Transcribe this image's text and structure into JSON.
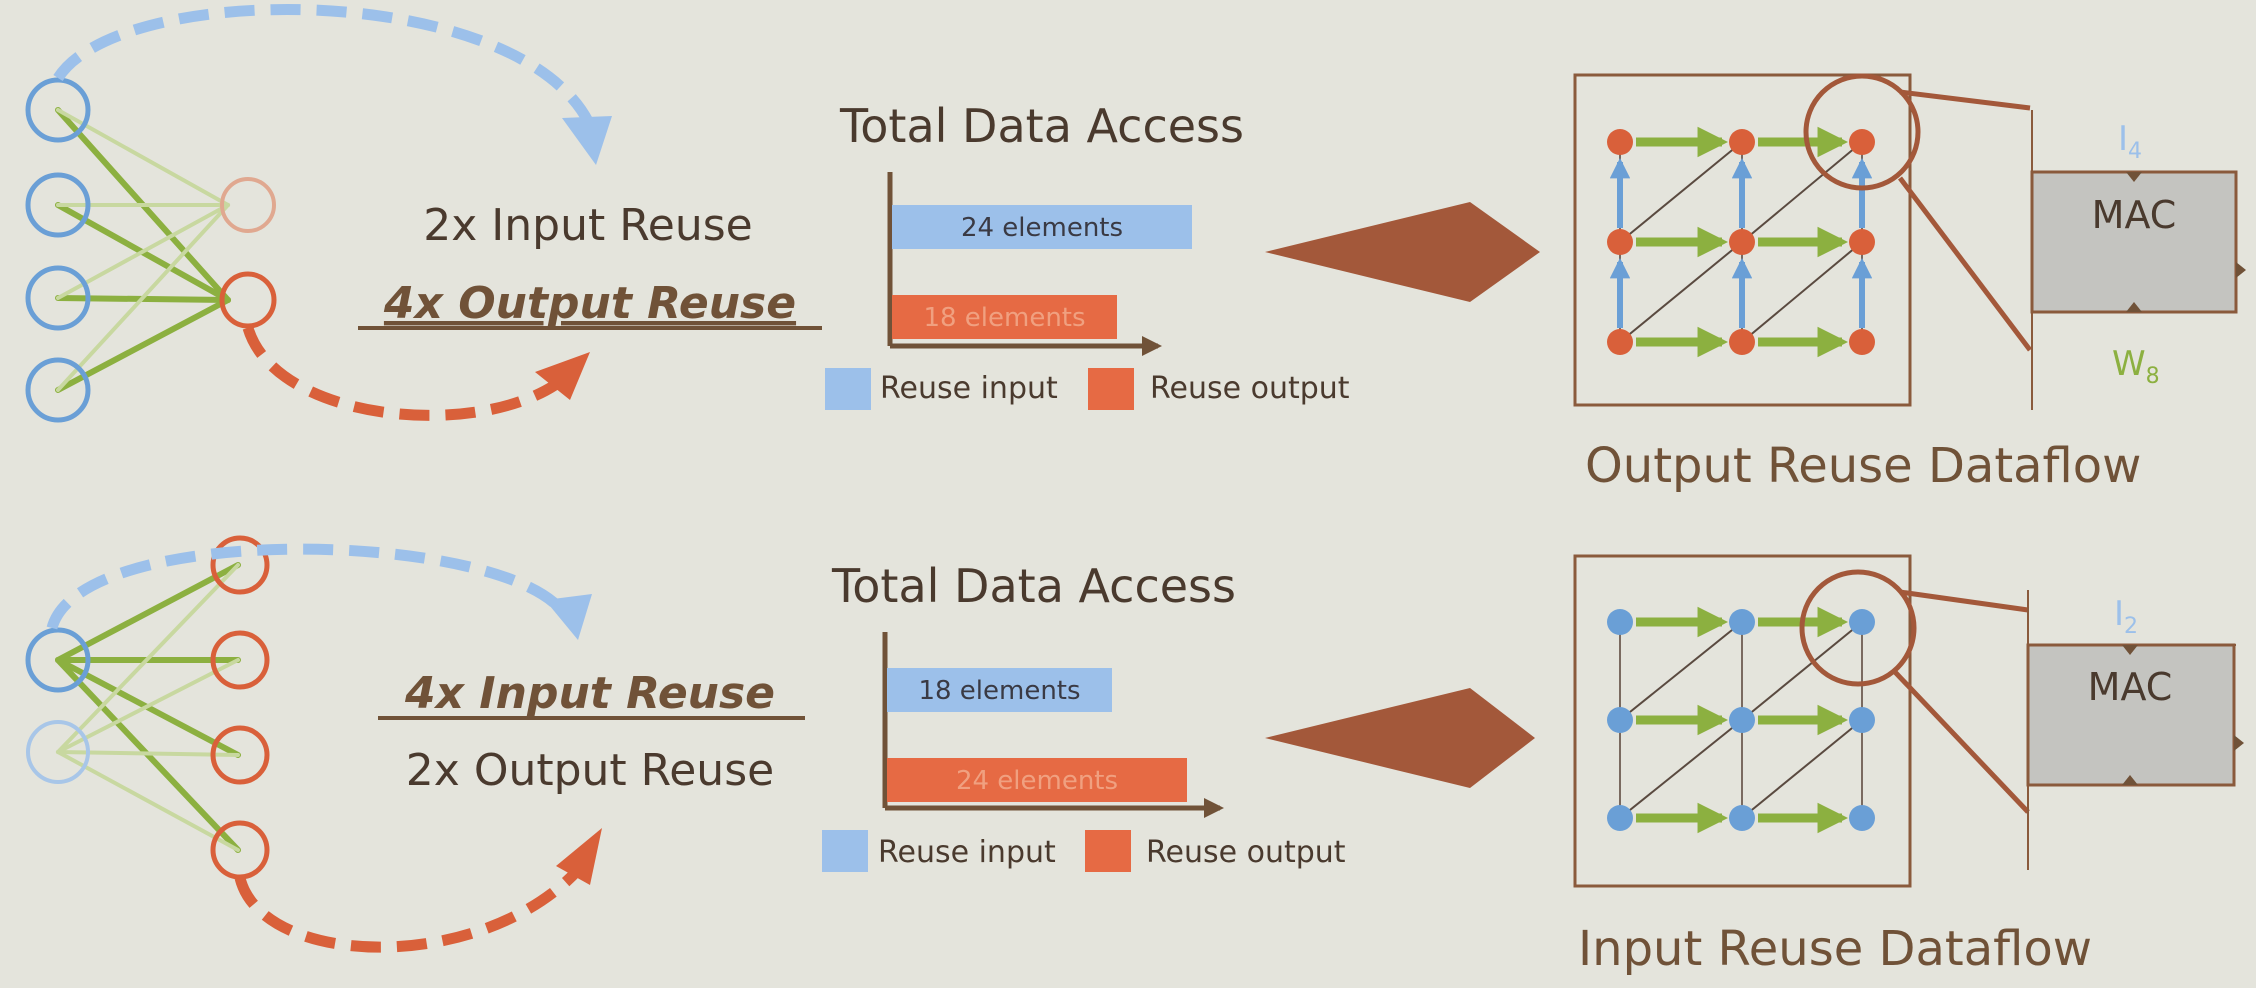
{
  "colors": {
    "background": "#e4e4dc",
    "input_blue": "#6a9fd6",
    "output_red": "#d9603a",
    "weight_green": "#8cb040",
    "text_dark": "#4a3a2e",
    "text_brown": "#705238",
    "arrow_brown": "#a3583a",
    "box_brown": "#8a5a3c",
    "mac_gray": "#c4c4c0",
    "bar_blue": "#9cc0ea",
    "bar_red": "#e66a44"
  },
  "panels": [
    {
      "reuse_line_1": "2x Input Reuse",
      "reuse_line_2": "4x Output Reuse",
      "emphasized": "line2",
      "chart_title": "Total Data Access",
      "bars": [
        {
          "label": "24 elements",
          "value": 24,
          "series": "input"
        },
        {
          "label": "18 elements",
          "value": 18,
          "series": "output"
        }
      ],
      "legend": [
        "Reuse input",
        "Reuse output"
      ],
      "dataflow_title": "Output Reuse Dataflow",
      "array_node_color": "output_red",
      "vertical_arrows": true,
      "mac_label": "MAC",
      "mac_top_label": "I",
      "mac_top_sub": "4",
      "mac_bottom_label": "W",
      "mac_bottom_sub": "8"
    },
    {
      "reuse_line_1": "4x Input Reuse",
      "reuse_line_2": "2x Output Reuse",
      "emphasized": "line1",
      "chart_title": "Total Data Access",
      "bars": [
        {
          "label": "18 elements",
          "value": 18,
          "series": "input"
        },
        {
          "label": "24 elements",
          "value": 24,
          "series": "output"
        }
      ],
      "legend": [
        "Reuse input",
        "Reuse output"
      ],
      "dataflow_title": "Input Reuse Dataflow",
      "array_node_color": "input_blue",
      "vertical_arrows": false,
      "mac_label": "MAC",
      "mac_top_label": "I",
      "mac_top_sub": "2"
    }
  ]
}
